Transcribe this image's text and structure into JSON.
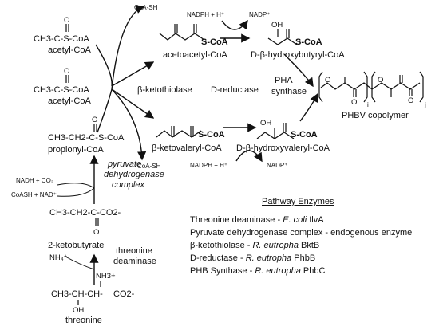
{
  "molecules": {
    "acetyl_coa_top": {
      "formula": "CH3-C-S-CoA",
      "name": "acetyl-CoA"
    },
    "acetyl_coa_mid": {
      "formula": "CH3-C-S-CoA",
      "name": "acetyl-CoA"
    },
    "propionyl_coa": {
      "formula": "CH3-CH2-C-S-CoA",
      "name": "propionyl-CoA"
    },
    "ketobutyrate": {
      "formula": "CH3-CH2-C-CO2-",
      "name": "2-ketobutyrate"
    },
    "threonine": {
      "name": "threonine",
      "oh": "OH",
      "nh3": "NH3+",
      "co2": "CO2-",
      "chain": "CH3-CH-CH-"
    },
    "acetoacetyl_coa": {
      "name": "acetoacetyl-CoA",
      "scoa": "S-CoA"
    },
    "hydroxybutyryl_coa": {
      "name": "D-β-hydroxybutyryl-CoA",
      "scoa": "S-CoA",
      "oh": "OH"
    },
    "ketovaleryl_coa": {
      "name": "β-ketovaleryl-CoA",
      "scoa": "S-CoA"
    },
    "hydroxyvaleryl_coa": {
      "name": "D-β-hydroxyvaleryl-CoA",
      "scoa": "S-CoA",
      "oh": "OH"
    },
    "phbv": {
      "name": "PHBV copolymer",
      "i": "i",
      "j": "j"
    }
  },
  "cofactors": {
    "coash_top": "CoA-SH",
    "coash_mid": "CoA-SH",
    "nadph_top": "NADPH + H⁺",
    "nadp_top": "NADP⁺",
    "nadph_bottom": "NADPH + H⁺",
    "nadp_bottom": "NADP⁺",
    "nadh_co2": "NADH + CO₂",
    "coash_nad": "CoASH + NAD⁺",
    "nh4": "NH₄⁺",
    "o": "O"
  },
  "enzyme_labels": {
    "ketothiolase": "β-ketothiolase",
    "reductase": "D-reductase",
    "pha_synthase_1": "PHA",
    "pha_synthase_2": "synthase",
    "pyruvate_1": "pyruvate",
    "pyruvate_2": "dehydrogenase",
    "pyruvate_3": "complex",
    "threonine_deam_1": "threonine",
    "threonine_deam_2": "deaminase"
  },
  "legend": {
    "title": "Pathway Enzymes",
    "rows": [
      {
        "name": "Threonine deaminase - ",
        "source": "E. coli",
        "gene": " IlvA"
      },
      {
        "name": "Pyruvate dehydrogenase complex - endogenous enzyme",
        "source": "",
        "gene": ""
      },
      {
        "name": "β-ketothiolase - ",
        "source": "R. eutropha",
        "gene": " BktB"
      },
      {
        "name": "D-reductase - ",
        "source": "R. eutropha",
        "gene": " PhbB"
      },
      {
        "name": "PHB Synthase - ",
        "source": "R. eutropha",
        "gene": " PhbC"
      }
    ]
  }
}
